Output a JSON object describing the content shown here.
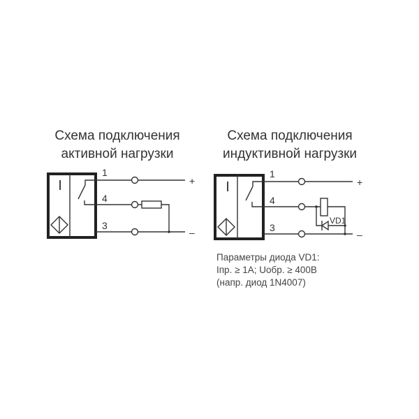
{
  "left": {
    "title_line1": "Схема подключения",
    "title_line2": "активной нагрузки",
    "sensor_symbol": "I",
    "pins": [
      "1",
      "4",
      "3"
    ],
    "plus": "+",
    "minus": "–"
  },
  "right": {
    "title_line1": "Схема подключения",
    "title_line2": "индуктивной нагрузки",
    "sensor_symbol": "I",
    "pins": [
      "1",
      "4",
      "3"
    ],
    "plus": "+",
    "minus": "–",
    "diode_label": "VD1",
    "notes": [
      "Параметры диода VD1:",
      "Iпр. ≥ 1A; Uобр. ≥ 400В",
      "(напр. диод 1N4007)"
    ]
  }
}
